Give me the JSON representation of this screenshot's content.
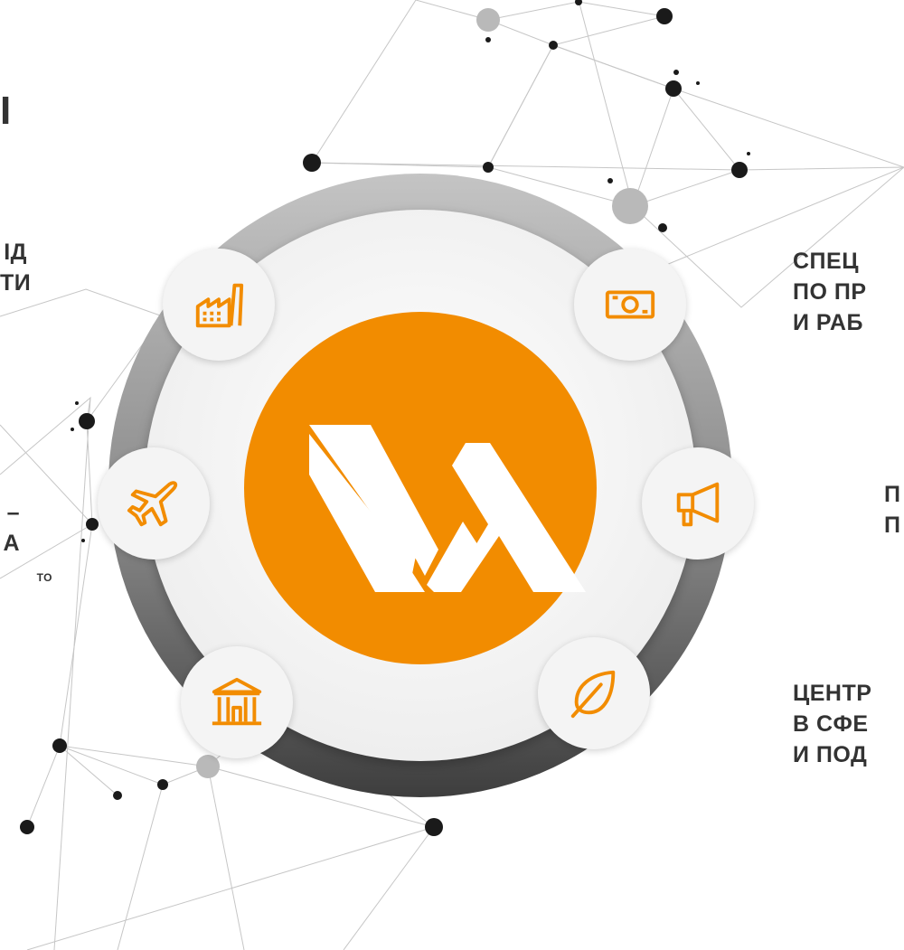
{
  "left_labels": {
    "title_fragment": "І",
    "block1": [
      "ІД",
      "ТИ"
    ],
    "block2": [
      "–",
      "А"
    ],
    "block2_small": "ТО"
  },
  "right_labels": {
    "block1": [
      "СПЕЦ",
      "ПО ПР",
      "И РАБ"
    ],
    "block2": [
      "П",
      "П"
    ],
    "block3": [
      "ЦЕНТР",
      "В СФЕ",
      "И ПОД"
    ]
  },
  "hub": {
    "icons": [
      {
        "name": "factory-icon"
      },
      {
        "name": "banknote-icon"
      },
      {
        "name": "airplane-icon"
      },
      {
        "name": "megaphone-icon"
      },
      {
        "name": "bank-building-icon"
      },
      {
        "name": "leaf-icon"
      }
    ]
  },
  "colors": {
    "accent": "#f28c00",
    "ring_dark": "#4f4f4f",
    "ring_light": "#bdbdbd",
    "inner_disc": "#f6f6f6",
    "network_lines": "#c8c8c8",
    "text": "#333333"
  }
}
